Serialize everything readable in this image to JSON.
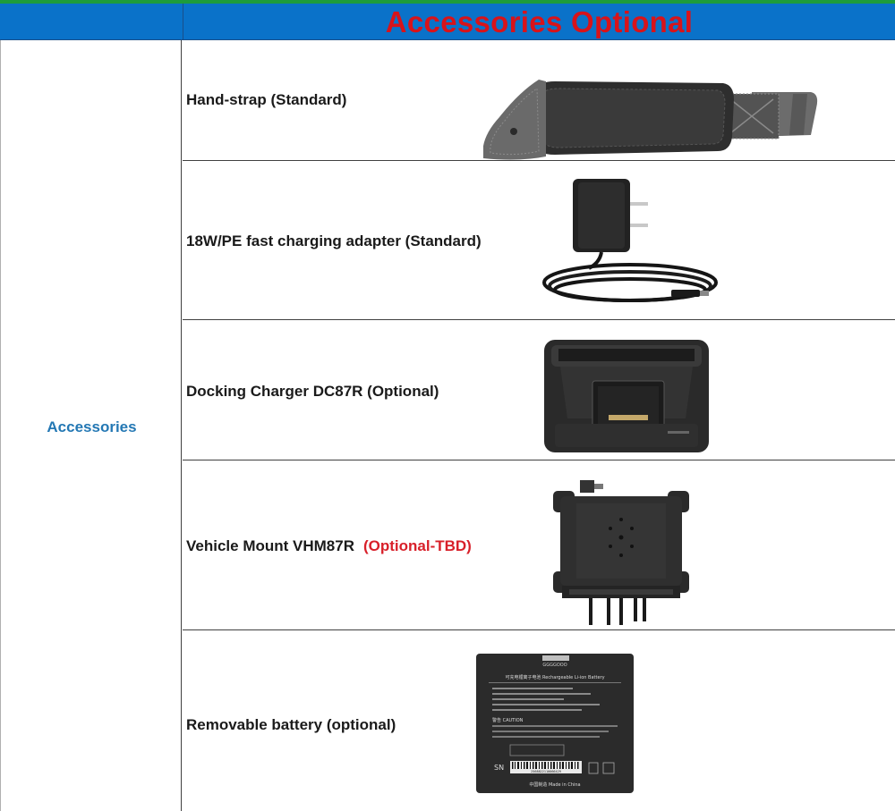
{
  "header": {
    "title": "Accessories Optional"
  },
  "category": {
    "label": "Accessories"
  },
  "items": [
    {
      "label": "Hand-strap (Standard)",
      "icon": "hand-strap-image"
    },
    {
      "label": "18W/PE fast charging adapter (Standard)",
      "icon": "charging-adapter-image"
    },
    {
      "label": "Docking Charger DC87R (Optional)",
      "icon": "docking-charger-image"
    },
    {
      "label": "Vehicle Mount VHM87R",
      "note": "(Optional-TBD)",
      "icon": "vehicle-mount-image"
    },
    {
      "label": "Removable battery (optional)",
      "icon": "battery-image"
    }
  ],
  "battery": {
    "title": "可充电锂离子电池 Rechargeable Li-ion Battery",
    "sn": "SN",
    "barcode_number": "2568822110066429",
    "made_in": "中国制造 Made in China",
    "caution": "警告 CAUTION"
  },
  "colors": {
    "header_bg": "#0a72c9",
    "title_red": "#d8131a",
    "category_blue": "#2478b4",
    "note_red": "#d8202a"
  }
}
